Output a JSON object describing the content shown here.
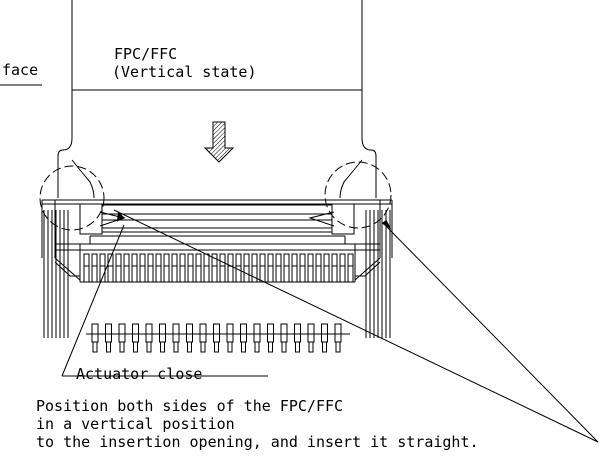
{
  "labels": {
    "surface_partial": "face",
    "fpc_title": "FPC/FFC",
    "fpc_state": "(Vertical state)",
    "actuator": "Actuator close",
    "instruction_1": "Position both sides of the FPC/FFC",
    "instruction_2": "in a vertical position",
    "instruction_3": "to the insertion opening, and insert it straight."
  },
  "colors": {
    "line": "#000000",
    "background": "#ffffff"
  }
}
